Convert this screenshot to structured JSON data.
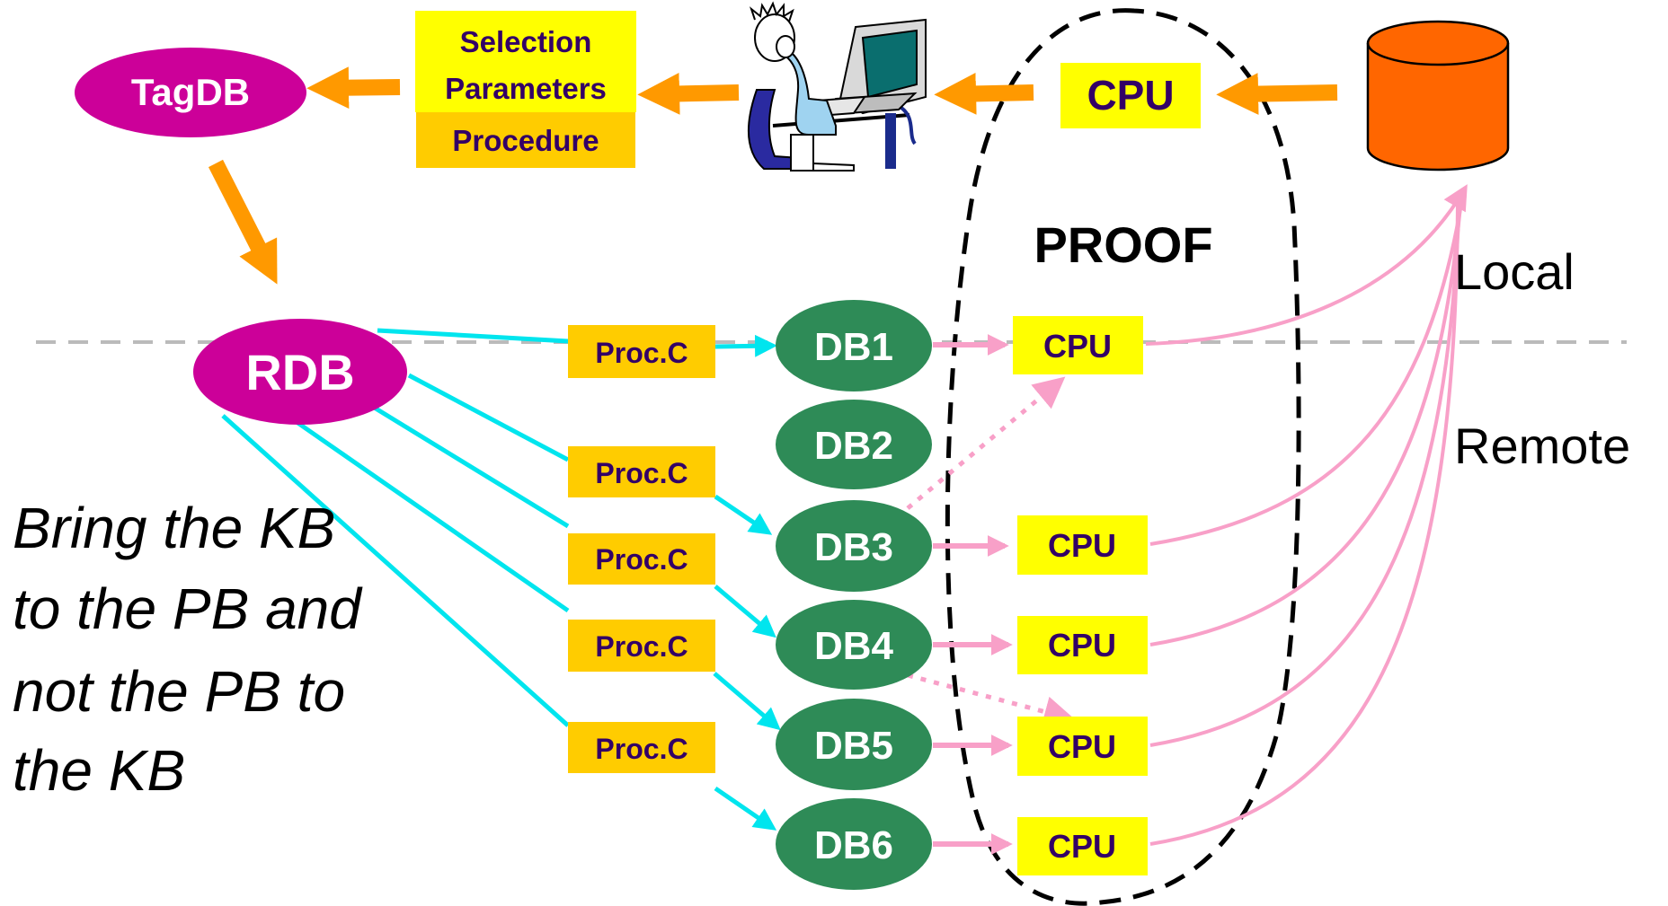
{
  "nodes": {
    "tagdb": "TagDB",
    "rdb": "RDB",
    "selection_line1": "Selection",
    "selection_line2": "Parameters",
    "procedure": "Procedure",
    "cpu_top": "CPU",
    "proof": "PROOF",
    "local": "Local",
    "remote": "Remote",
    "databases": [
      "DB1",
      "DB2",
      "DB3",
      "DB4",
      "DB5",
      "DB6"
    ],
    "proc_labels": [
      "Proc.C",
      "Proc.C",
      "Proc.C",
      "Proc.C",
      "Proc.C"
    ],
    "cpu_labels": [
      "CPU",
      "CPU",
      "CPU",
      "CPU",
      "CPU"
    ]
  },
  "note_lines": [
    "Bring the KB",
    "to the PB and",
    "not the PB to",
    "the KB"
  ],
  "colors": {
    "magenta": "#cc0099",
    "green": "#2e8b57",
    "yellow": "#ffff00",
    "gold": "#ffcc00",
    "orange_arrow": "#ff9900",
    "cylinder": "#ff6600",
    "cyan": "#00e5ee",
    "pink": "#f8a0c8",
    "text_purple": "#330066"
  }
}
